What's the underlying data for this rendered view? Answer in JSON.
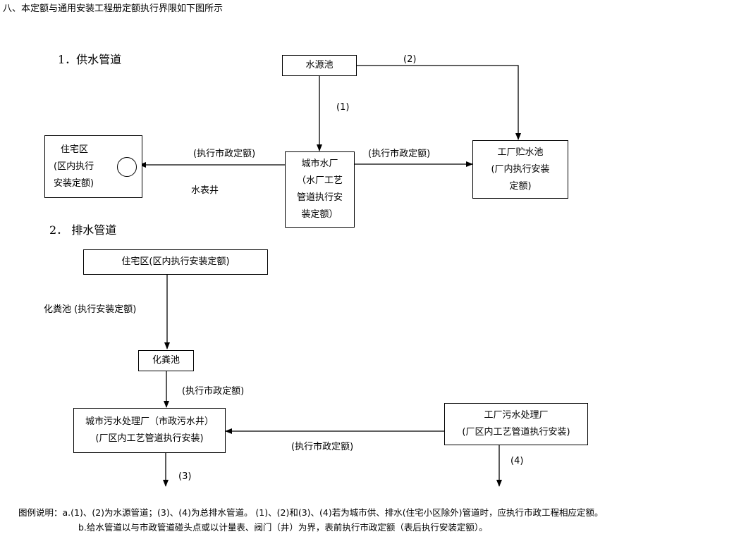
{
  "title": "八、本定额与通用安装工程册定额执行界限如下图所示",
  "supply": {
    "heading": "1．供水管道",
    "water_source": "水源池",
    "label_1": "(1)",
    "label_2": "(2)",
    "plant": [
      "城市水厂",
      "（水厂工艺",
      "管道执行安",
      "装定额）"
    ],
    "residential": [
      "住宅区",
      "(区内执行",
      "安装定额)"
    ],
    "factory_tank": [
      "工厂贮水池",
      "(厂内执行安装",
      "定额)"
    ],
    "left_arrow_label": "(执行市政定额)",
    "right_arrow_label": "(执行市政定额)",
    "meter_well_label": "水表井"
  },
  "drainage": {
    "heading": "2． 排水管道",
    "residential": "住宅区(区内执行安装定额)",
    "septic_label": "化粪池 (执行安装定额)",
    "septic_tank": "化粪池",
    "municipal_label": "(执行市政定额)",
    "city_plant": [
      "城市污水处理厂（市政污水井）",
      "(厂区内工艺管道执行安装)"
    ],
    "factory_plant": [
      "工厂污水处理厂",
      "(厂区内工艺管道执行安装)"
    ],
    "left_arrow_label": "(执行市政定额)",
    "label_3": "(3)",
    "label_4": "(4)"
  },
  "legend": {
    "line_a": "图例说明：a.(1)、(2)为水源管道；(3)、(4)为总排水管道。 (1)、(2)和(3)、(4)若为城市供、排水(住宅小区除外)管道时，应执行市政工程相应定额。",
    "line_b": "b.给水管道以与市政管道碰头点或以计量表、阀门（井）为界，表前执行市政定额（表后执行安装定额）。"
  }
}
